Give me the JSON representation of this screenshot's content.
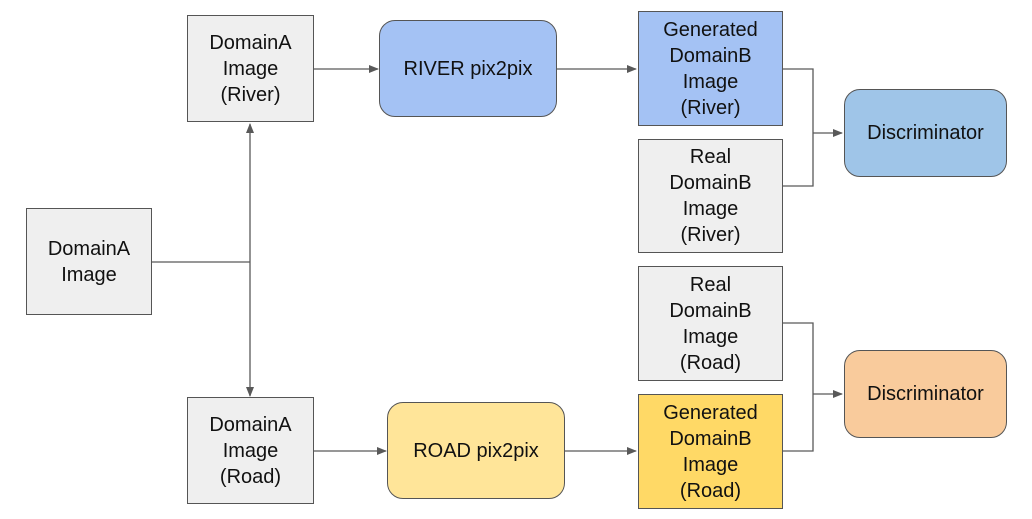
{
  "colors": {
    "gray": "#efefef",
    "blue_light": "#a4c2f4",
    "blue_mid": "#9fc5e8",
    "yellow_light": "#ffe599",
    "yellow_strong": "#ffd966",
    "orange": "#f9cb9c",
    "line": "#595959"
  },
  "nodes": {
    "input": "DomainA\nImage",
    "river_input": "DomainA\nImage\n(River)",
    "road_input": "DomainA\nImage\n(Road)",
    "river_model": "RIVER pix2pix",
    "road_model": "ROAD pix2pix",
    "river_generated": "Generated\nDomainB\nImage\n(River)",
    "river_real": "Real\nDomainB\nImage\n(River)",
    "road_real": "Real\nDomainB\nImage\n(Road)",
    "road_generated": "Generated\nDomainB\nImage\n(Road)",
    "river_discriminator": "Discriminator",
    "road_discriminator": "Discriminator"
  }
}
